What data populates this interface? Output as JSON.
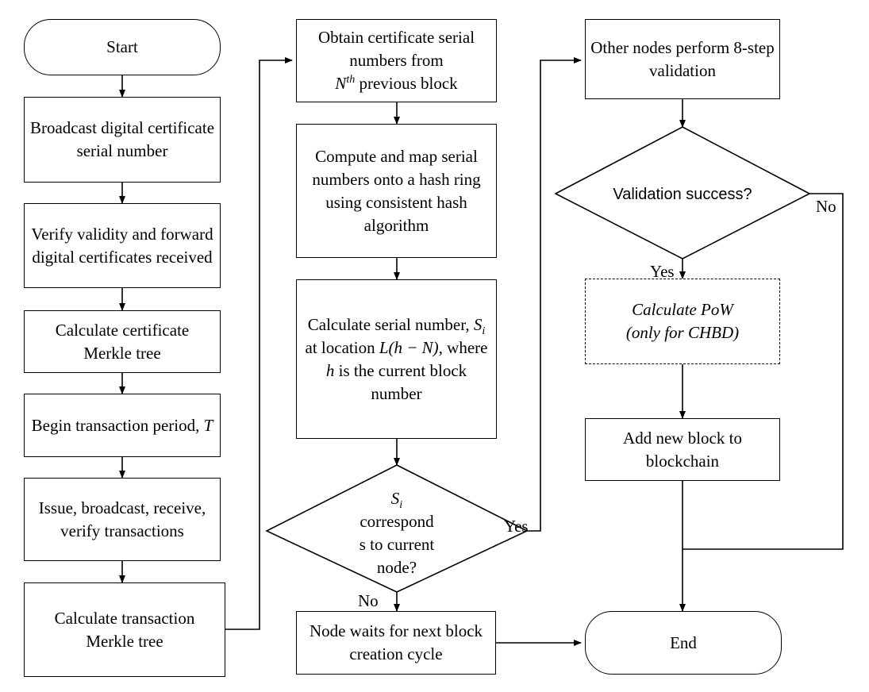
{
  "nodes": {
    "start": "Start",
    "broadcast_serial": "Broadcast digital certificate serial number",
    "verify_forward": "Verify validity and forward digital certificates received",
    "calc_cert_merkle": "Calculate certificate Merkle tree",
    "begin_period_text": "Begin transaction period, ",
    "begin_period_var": "T",
    "issue_tx": "Issue, broadcast, receive, verify transactions",
    "calc_tx_merkle": "Calculate transaction Merkle tree",
    "obtain_serials_line1": "Obtain certificate serial numbers from",
    "obtain_serials_N": "N",
    "obtain_serials_sup": "th",
    "obtain_serials_line2": " previous block",
    "compute_map": "Compute and map serial numbers onto a hash ring using consistent hash algorithm",
    "calc_serial_1": "Calculate serial number, ",
    "calc_serial_S": "S",
    "calc_serial_sub": "i",
    "calc_serial_2": " at location ",
    "calc_serial_loc": "L(h − N),",
    "calc_serial_3": "where ",
    "calc_serial_h": "h",
    "calc_serial_4": " is the current block number",
    "decision_node_S": "S",
    "decision_node_sub": "i",
    "decision_node_l1": "correspond",
    "decision_node_l2": "s to current",
    "decision_node_l3": "node?",
    "node_waits": "Node waits for next block creation cycle",
    "other_nodes": "Other nodes perform 8-step validation",
    "validation_success": "Validation success?",
    "calc_pow_l1": "Calculate PoW",
    "calc_pow_l2": "(only for CHBD)",
    "add_block": "Add new block to blockchain",
    "end": "End"
  },
  "edge_labels": {
    "decision_yes": "Yes",
    "decision_no": "No",
    "validation_yes": "Yes",
    "validation_no": "No"
  }
}
